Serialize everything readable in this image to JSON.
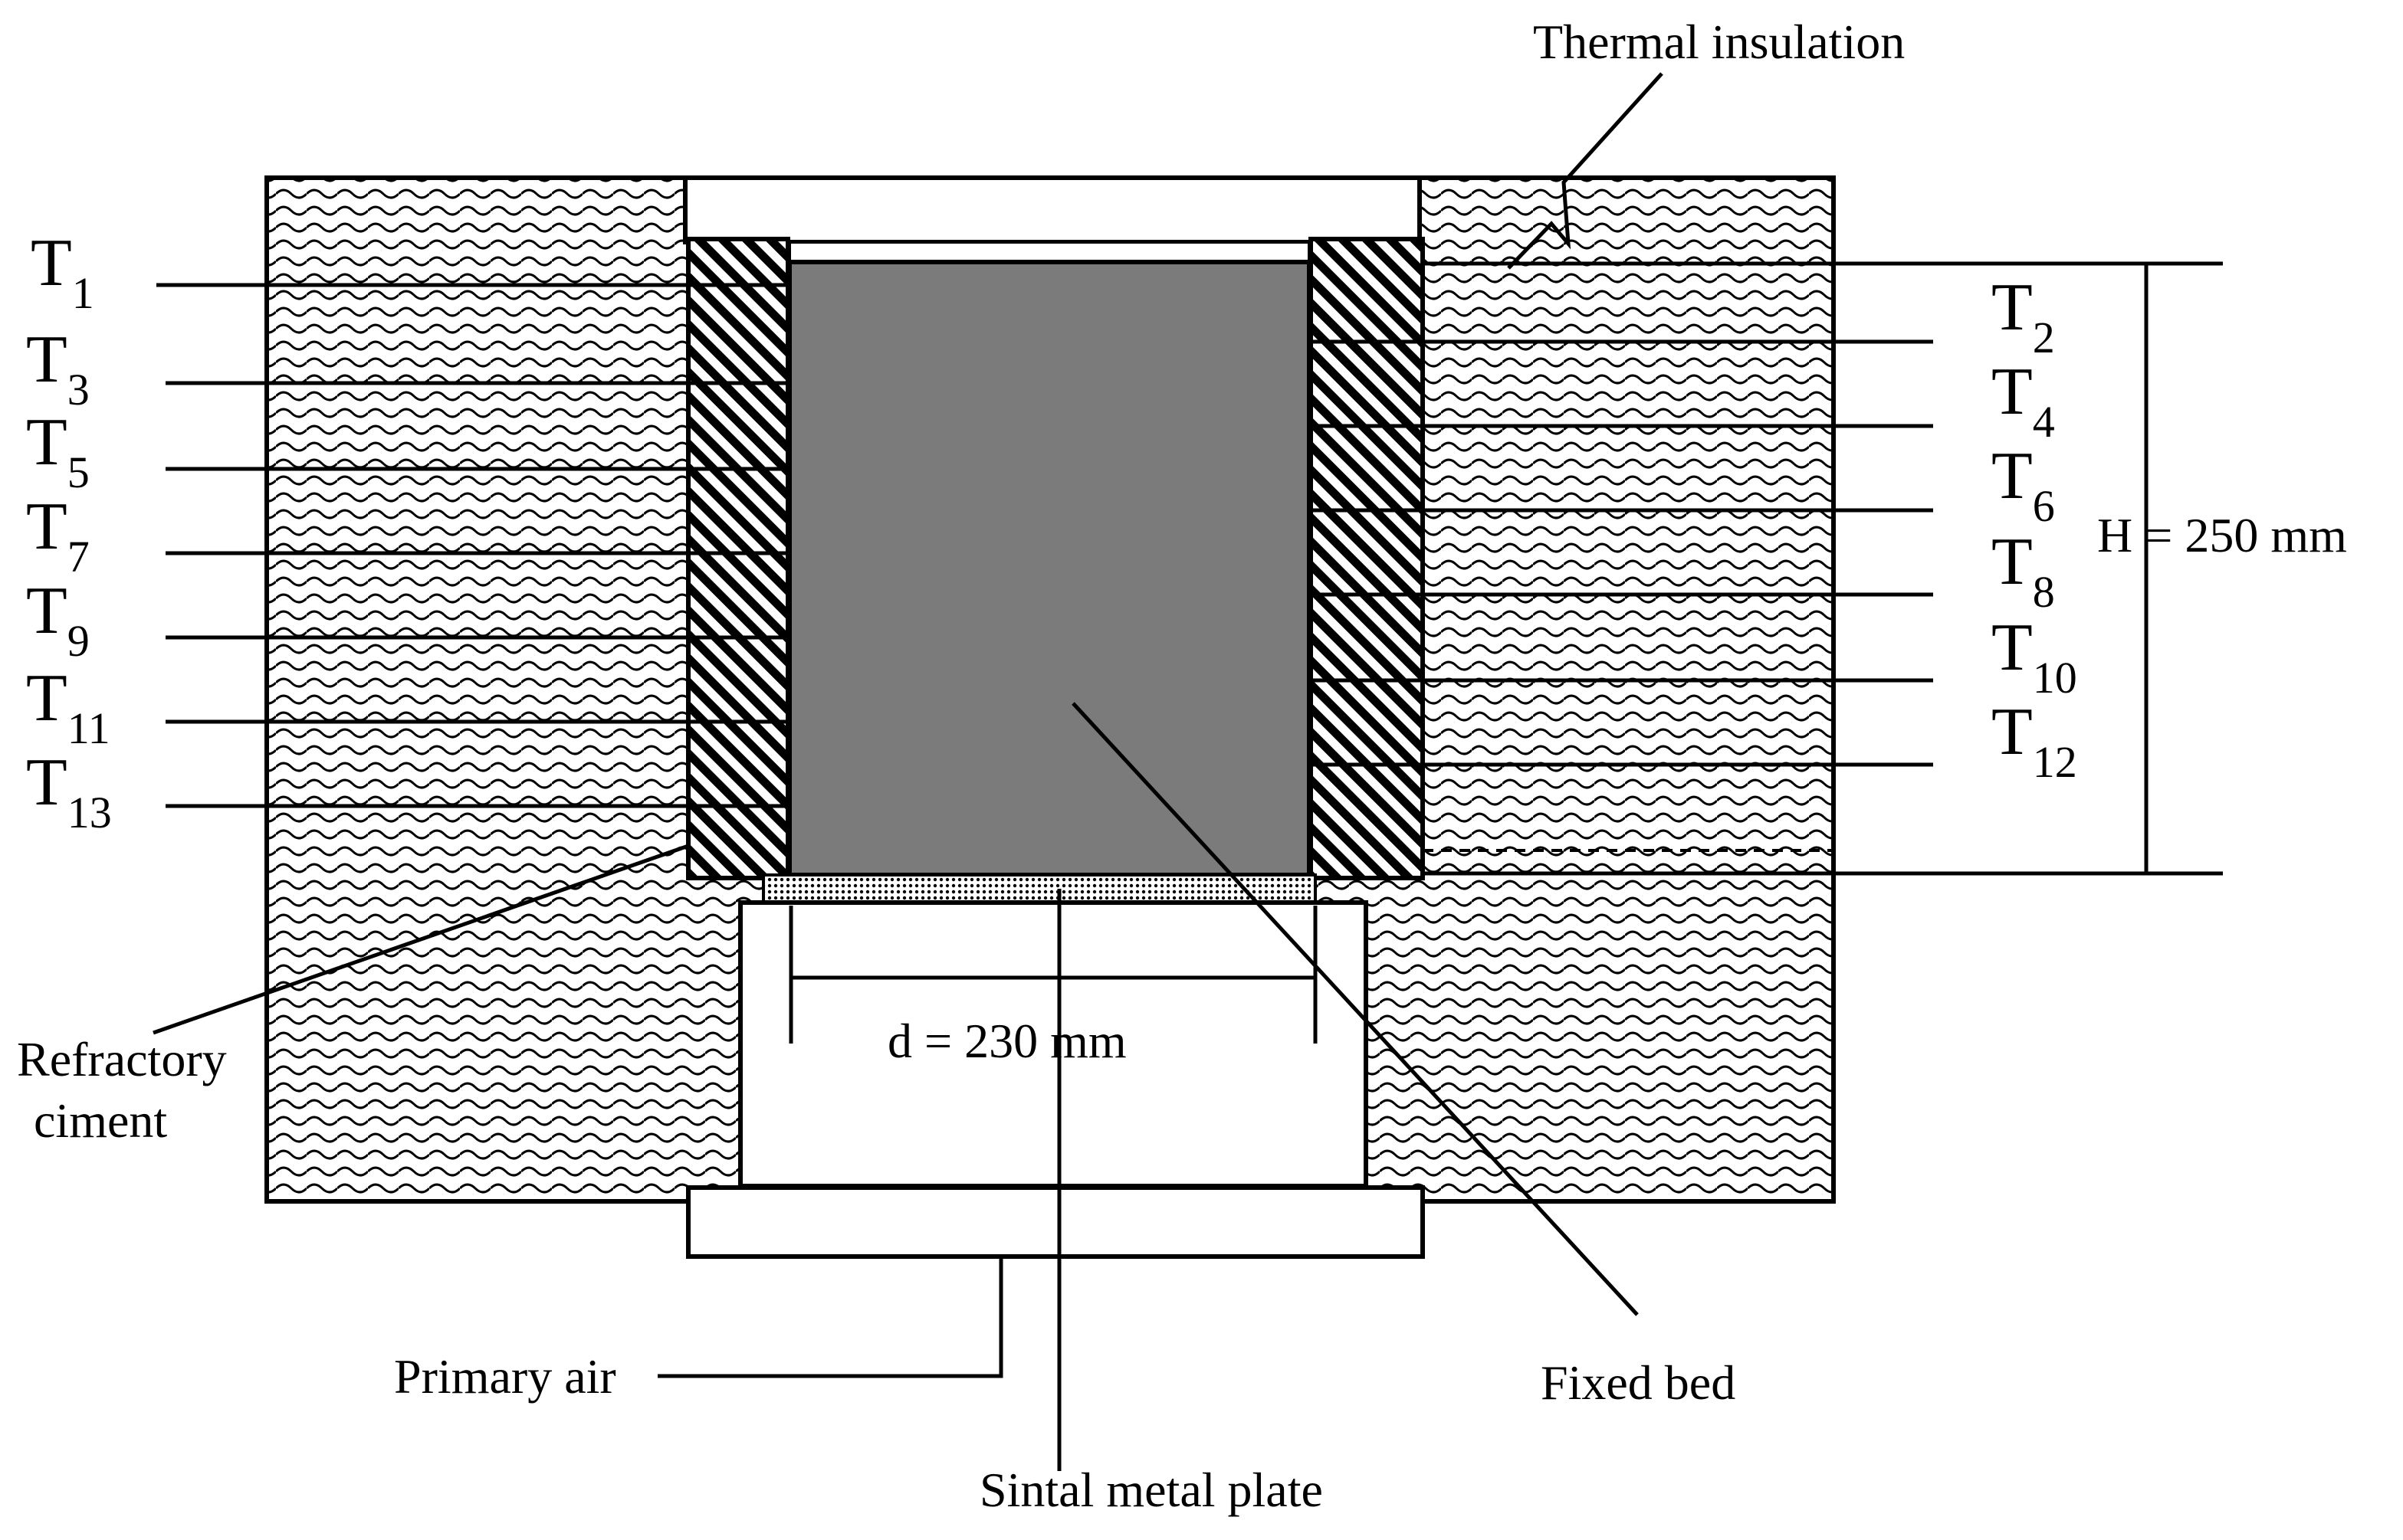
{
  "labels": {
    "thermal_insulation": "Thermal insulation",
    "refractory_line1": "Refractory",
    "refractory_line2": "ciment",
    "primary_air": "Primary air",
    "sintal_plate": "Sintal metal plate",
    "fixed_bed": "Fixed bed",
    "height_dim": "H = 250 mm",
    "diameter_dim": "d = 230 mm"
  },
  "thermocouples": {
    "letter": "T",
    "left": [
      "1",
      "3",
      "5",
      "7",
      "9",
      "11",
      "13"
    ],
    "right": [
      "2",
      "4",
      "6",
      "8",
      "10",
      "12"
    ]
  }
}
